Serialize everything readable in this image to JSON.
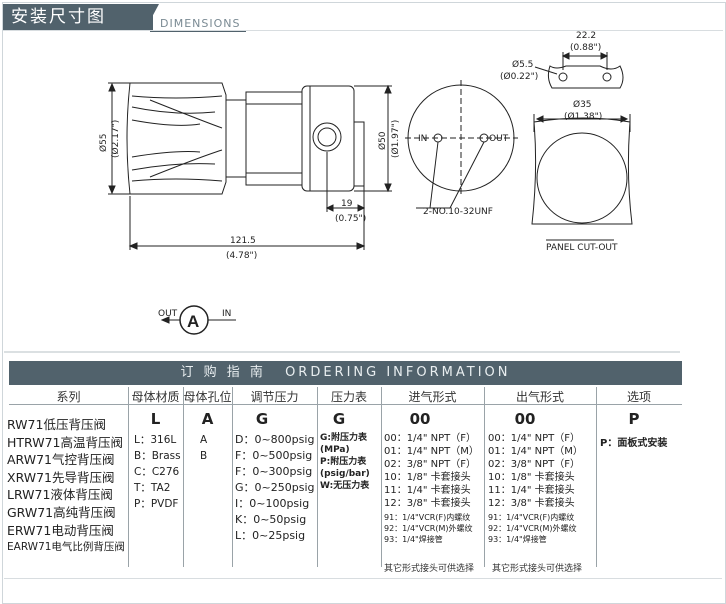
{
  "header": {
    "title_cn": "安装尺寸图",
    "title_en": "DIMENSIONS"
  },
  "drawing": {
    "d55": "Ø55",
    "d55_in": "(Ø2.17\")",
    "d50": "Ø50",
    "d50_in": "(Ø1.97\")",
    "len19": "19",
    "len19_in": "(0.75\")",
    "len121": "121.5",
    "len121_in": "(4.78\")",
    "in_label": "IN",
    "out_label": "OUT",
    "port_note": "2-NO.10-32UNF",
    "w22": "22.2",
    "w22_in": "(0.88\")",
    "d5": "Ø5.5",
    "d5_in": "(Ø0.22\")",
    "d35": "Ø35",
    "d35_in": "(Ø1.38\")",
    "panel": "PANEL CUT-OUT",
    "flow_out": "OUT",
    "flow_in": "IN",
    "flow_letter": "A"
  },
  "ordering": {
    "title_cn": "订 购 指 南",
    "title_en": "ORDERING   INFORMATION",
    "headers": [
      "系列",
      "母体材质",
      "母体孔位",
      "调节压力",
      "压力表",
      "进气形式",
      "出气形式",
      "选项"
    ],
    "codes": [
      "L",
      "A",
      "G",
      "G",
      "00",
      "00",
      "P"
    ],
    "series": [
      "RW71低压背压阀",
      "HTRW71高温背压阀",
      "ARW71气控背压阀",
      "XRW71先导背压阀",
      "LRW71液体背压阀",
      "GRW71高纯背压阀",
      "ERW71电动背压阀",
      "EARW71电气比例背压阀"
    ],
    "material": [
      "L：316L",
      "B：Brass",
      "C：C276",
      "T：TA2",
      "P：PVDF"
    ],
    "ports": [
      "A",
      "B"
    ],
    "pressure": [
      "D：0~800psig",
      "F：0~500psig",
      "F：0~300psig",
      "G：0~250psig",
      "I：0~100psig",
      "K：0~50psig",
      "L：0~25psig"
    ],
    "gauge": [
      "G:附压力表",
      "(MPa)",
      "P:附压力表",
      "(psig/bar)",
      "W:无压力表"
    ],
    "inlet": [
      "00：1/4\" NPT（F）",
      "01：1/4\" NPT（M）",
      "02：3/8\" NPT（F）",
      "10：1/8\" 卡套接头",
      "11：1/4\" 卡套接头",
      "12：3/8\" 卡套接头"
    ],
    "inlet_small": [
      "91：1/4\"VCR(F)内螺纹",
      "92：1/4\"VCR(M)外螺纹",
      "93：1/4\"焊接管"
    ],
    "inlet_note": "其它形式接头可供选择",
    "outlet": [
      "00：1/4\" NPT（F）",
      "01：1/4\" NPT（M）",
      "02：3/8\" NPT（F）",
      "10：1/8\" 卡套接头",
      "11：1/4\" 卡套接头",
      "12：3/8\" 卡套接头"
    ],
    "outlet_small": [
      "91：1/4\"VCR(F)内螺纹",
      "92：1/4\"VCR(M)外螺纹",
      "93：1/4\"焊接管"
    ],
    "outlet_note": "其它形式接头可供选择",
    "options": [
      "P：面板式安装"
    ]
  }
}
